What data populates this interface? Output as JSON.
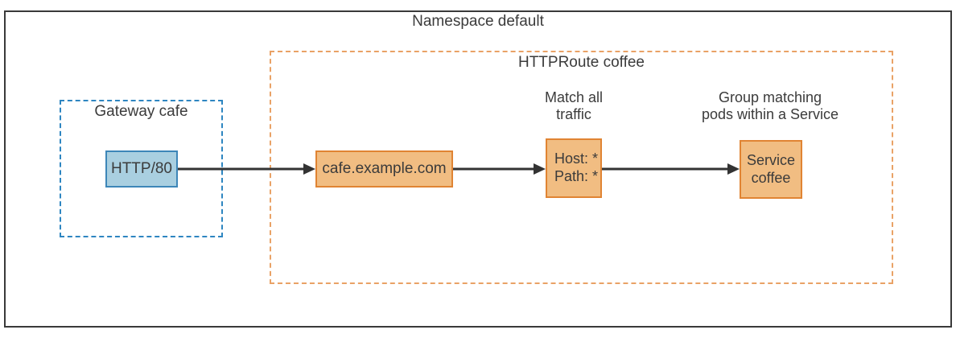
{
  "diagram": {
    "namespace_label": "Namespace default",
    "gateway": {
      "label": "Gateway cafe",
      "listener": "HTTP/80"
    },
    "httproute": {
      "label": "HTTPRoute coffee",
      "hostname": "cafe.example.com",
      "match_annotation_lines": [
        "Match all",
        "traffic"
      ],
      "match_lines": [
        "Host: *",
        "Path: *"
      ],
      "service_annotation_lines": [
        "Group matching",
        "pods within a Service"
      ],
      "service_lines": [
        "Service",
        "coffee"
      ]
    },
    "colors": {
      "blue_fill": "#a9cfe0",
      "blue_border": "#3d86b8",
      "blue_dash": "#2e86c1",
      "orange_fill": "#f1bd82",
      "orange_border": "#e08433",
      "orange_dash": "#e9a266",
      "outer_border": "#3a3a3a",
      "line": "#333333",
      "text": "#3b3b3b"
    }
  }
}
